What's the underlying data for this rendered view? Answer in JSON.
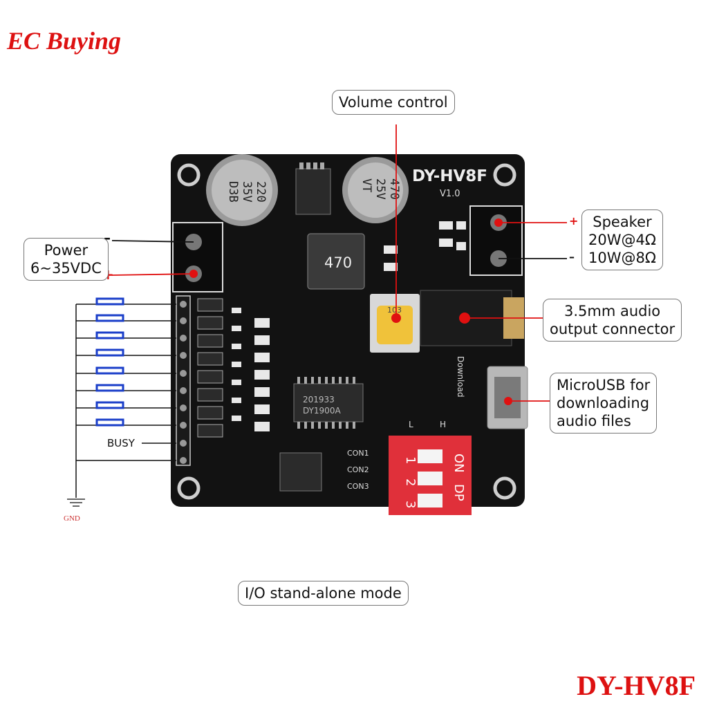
{
  "brand": "EC Buying",
  "model": "DY-HV8F",
  "board": {
    "silkscreen_title": "DY-HV8F",
    "version": "V1.0",
    "cap_left": [
      "220",
      "35V",
      "D3B"
    ],
    "cap_right": [
      "470",
      "25V",
      "VT"
    ],
    "inductor": "470",
    "chip_main": [
      "DY1900A",
      "201933"
    ],
    "download": "Download",
    "dip_l": "L",
    "dip_h": "H",
    "con_labels": [
      "CON1",
      "CON2",
      "CON3"
    ],
    "dip_on": "ON",
    "dip_dp": "DP",
    "dip_numbers": [
      "1",
      "2",
      "3"
    ],
    "pot": "103"
  },
  "callouts": {
    "volume": "Volume control",
    "power_line1": "Power",
    "power_line2": "6~35VDC",
    "speaker_line1": "Speaker",
    "speaker_line2": "20W@4Ω",
    "speaker_line3": "10W@8Ω",
    "audio_line1": "3.5mm audio",
    "audio_line2": "output connector",
    "usb_line1": "MicroUSB for",
    "usb_line2": "downloading",
    "usb_line3": "audio files",
    "mode": "I/O stand-alone mode"
  },
  "labels": {
    "busy": "BUSY",
    "gnd": "GND",
    "plus": "+",
    "minus": "–"
  },
  "colors": {
    "brand_red": "#dd1111",
    "pcb": "#121212",
    "dip_red": "#e0303a",
    "pot_yellow": "#f0c23a",
    "switch_blue": "#1a3ec9",
    "leader_red": "#e01010"
  }
}
